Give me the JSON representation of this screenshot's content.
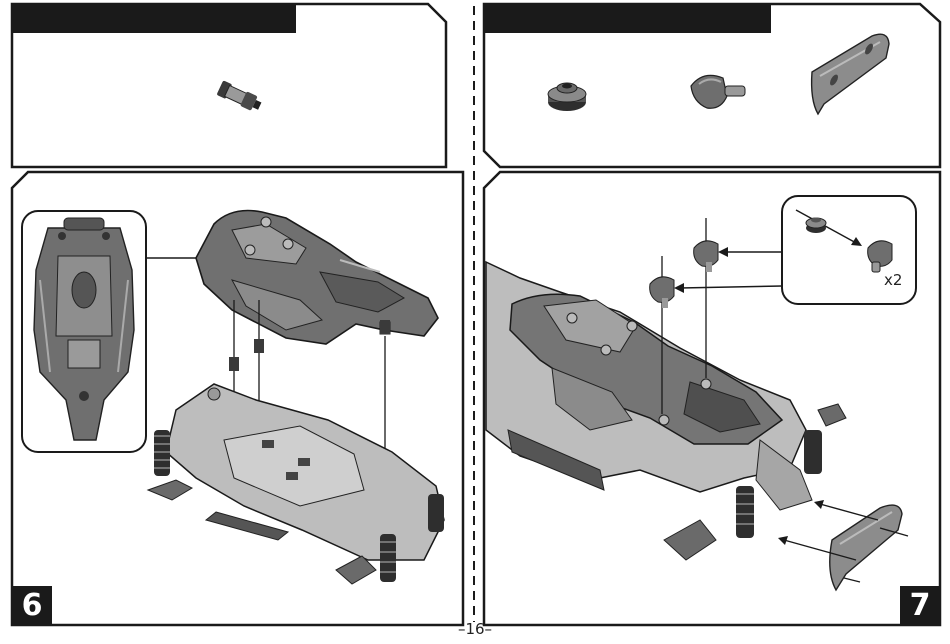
{
  "page": {
    "number": "–16–"
  },
  "step_6": {
    "number": "6",
    "parts_panel": {
      "parts": [
        "connector-pin-icon"
      ]
    },
    "illustration": [
      "body-shell-underside-detail",
      "body-shell",
      "chassis",
      "body-post-pins"
    ]
  },
  "step_7": {
    "number": "7",
    "parts_panel": {
      "parts": [
        "gear-nut-icon",
        "mount-cap-icon",
        "side-guard-plate-icon"
      ]
    },
    "callout": {
      "quantity": "x2"
    },
    "illustration": [
      "chassis-with-body",
      "mount-caps",
      "side-guard-plate"
    ]
  },
  "colors": {
    "ink": "#1a1a1a",
    "fill": "#7f7f7f",
    "light": "#c9c9c9",
    "paper": "#ffffff"
  }
}
